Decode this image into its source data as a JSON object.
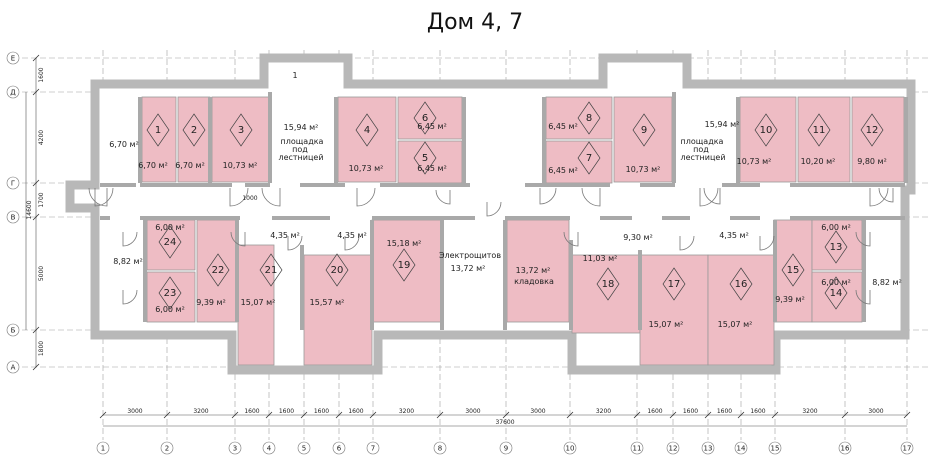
{
  "title": "Дом 4, 7",
  "grid_rows": [
    "Е",
    "Д",
    "Г",
    "В",
    "Б",
    "А"
  ],
  "grid_cols": [
    "1",
    "2",
    "3",
    "4",
    "5",
    "6",
    "7",
    "8",
    "9",
    "10",
    "11",
    "12",
    "13",
    "14",
    "15",
    "16",
    "17"
  ],
  "bottom_dims": [
    "3000",
    "3200",
    "1600",
    "1600",
    "1600",
    "1600",
    "3200",
    "3000",
    "3000",
    "3200",
    "1600",
    "1600",
    "1600",
    "1600",
    "3200",
    "3000"
  ],
  "total_dim": "37600",
  "left_dims": [
    "1600",
    "4200",
    "1700",
    "5000",
    "1800"
  ],
  "left_total": "14600",
  "rooms": {
    "r1": {
      "num": "1",
      "area": "6,70 м²"
    },
    "r2": {
      "num": "2",
      "area": "6,70 м²"
    },
    "r3": {
      "num": "3",
      "area": "10,73 м²"
    },
    "r4": {
      "num": "4",
      "area": "10,73 м²"
    },
    "r5": {
      "num": "5",
      "area": "6,45 м²"
    },
    "r6": {
      "num": "6",
      "area": "6,45 м²"
    },
    "r7": {
      "num": "7",
      "area": "6,45 м²"
    },
    "r8": {
      "num": "8",
      "area": "6,45 м²"
    },
    "r9": {
      "num": "9",
      "area": "10,73 м²"
    },
    "r10": {
      "num": "10",
      "area": "10,73 м²"
    },
    "r11": {
      "num": "11",
      "area": "10,20 м²"
    },
    "r12": {
      "num": "12",
      "area": "9,80 м²"
    },
    "r13": {
      "num": "13",
      "area": "6,00 м²"
    },
    "r14": {
      "num": "14",
      "area": "6,00 м²"
    },
    "r15": {
      "num": "15",
      "area": "9,39 м²"
    },
    "r16": {
      "num": "16",
      "area": "15,07 м²"
    },
    "r17": {
      "num": "17",
      "area": "15,07 м²"
    },
    "r18": {
      "num": "18",
      "area": "11,03 м²"
    },
    "r19": {
      "num": "19",
      "area": "15,18 м²"
    },
    "r20": {
      "num": "20",
      "area": "15,57 м²"
    },
    "r21": {
      "num": "21",
      "area": "15,07 м²"
    },
    "r22": {
      "num": "22",
      "area": "9,39 м²"
    },
    "r23": {
      "num": "23",
      "area": "6,00 м²"
    },
    "r24": {
      "num": "24",
      "area": "6,00 м²"
    }
  },
  "other": {
    "left_room": "6,70 м²",
    "stair_left_num": "1",
    "stair_left_area": "15,94 м²",
    "stair_left_line1": "площадка",
    "stair_left_line2": "под",
    "stair_left_line3": "лестницей",
    "stair_right_area": "15,94 м²",
    "stair_right_line1": "площадка",
    "stair_right_line2": "под",
    "stair_right_line3": "лестницей",
    "corr_left": "8,82 м²",
    "corr_right": "8,82 м²",
    "small_l1": "4,35 м²",
    "small_l2": "4,35 м²",
    "small_r1": "9,30 м²",
    "small_r2": "4,35 м²",
    "elec_label": "Электрощитов",
    "elec_area": "13,72 м²",
    "storage_area": "13,72 м²",
    "storage_label": "кладовка",
    "tiny_dim": "1000"
  },
  "colors": {
    "room_fill": "#eebcc4",
    "wall": "#c8c8c8",
    "axis": "#9a9a9a",
    "accent": "#e07030"
  }
}
